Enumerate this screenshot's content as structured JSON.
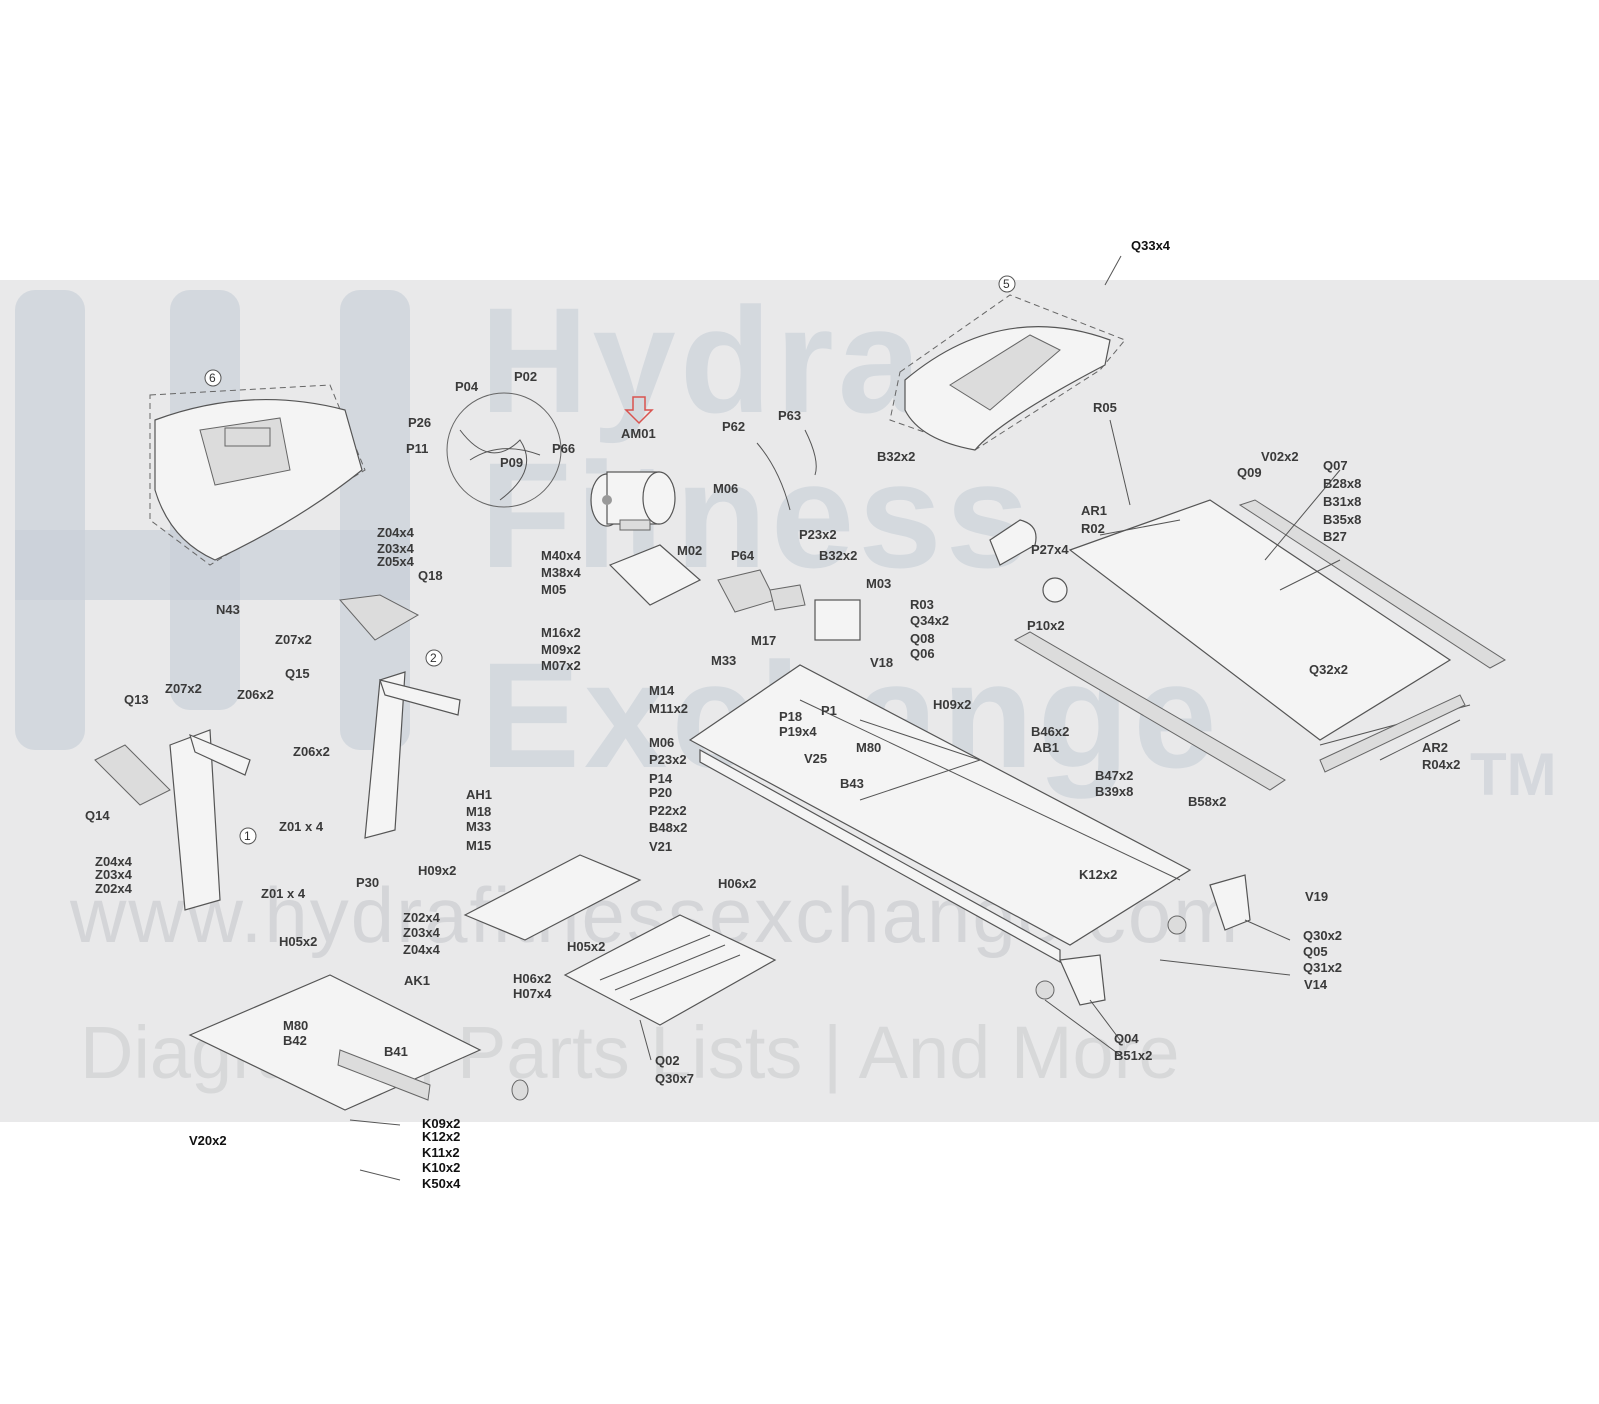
{
  "watermark": {
    "brand_lines": [
      "Hydra",
      "Fitness",
      "Exchange"
    ],
    "trademark": "TM",
    "url": "www.hydrafitnessexchange.com",
    "tagline": "Diagrams | Parts Lists | And More"
  },
  "highlight": {
    "arrow_color": "#d9534f",
    "target_label": "AM01"
  },
  "callouts": [
    "1",
    "2",
    "5",
    "6"
  ],
  "labels": [
    "Q33x4",
    "R05",
    "B32x2",
    "P04",
    "P02",
    "P26",
    "P11",
    "P66",
    "P09",
    "AM01",
    "P62",
    "P63",
    "M06",
    "Z04x4",
    "Z03x4",
    "Z05x4",
    "V02x2",
    "Q09",
    "Q07",
    "B28x8",
    "B31x8",
    "B35x8",
    "B27",
    "AR1",
    "R02",
    "P27x4",
    "P23x2",
    "M40x4",
    "M38x4",
    "M05",
    "M02",
    "P64",
    "B32x2",
    "M03",
    "Q18",
    "N43",
    "Z07x2",
    "R03",
    "Q34x2",
    "P10x2",
    "Q08",
    "Q06",
    "M16x2",
    "M09x2",
    "M07x2",
    "M17",
    "M33",
    "V18",
    "Q15",
    "Q32x2",
    "Q13",
    "Z07x2",
    "Z06x2",
    "M14",
    "M11x2",
    "P18",
    "P19x4",
    "P1",
    "H09x2",
    "Z06x2",
    "M06",
    "P23x2",
    "V25",
    "B46x2",
    "AB1",
    "AR2",
    "R04x2",
    "Q14",
    "P14",
    "P20",
    "M80",
    "B47x2",
    "B43",
    "B39x8",
    "AH1",
    "M18",
    "M33",
    "M15",
    "P22x2",
    "B48x2",
    "B58x2",
    "Z01 x 4",
    "V21",
    "Z04x4",
    "Z03x4",
    "Z02x4",
    "Z01 x 4",
    "P30",
    "H09x2",
    "H06x2",
    "K12x2",
    "V19",
    "Z02x4",
    "Z03x4",
    "Z04x4",
    "H05x2",
    "H05x2",
    "H06x2",
    "H07x4",
    "Q30x2",
    "Q05",
    "Q31x2",
    "AK1",
    "V14",
    "M80",
    "B42",
    "B41",
    "Q04",
    "B51x2",
    "Q02",
    "Q30x7",
    "K09x2",
    "K12x2",
    "V20x2",
    "K11x2",
    "K10x2",
    "K50x4"
  ]
}
